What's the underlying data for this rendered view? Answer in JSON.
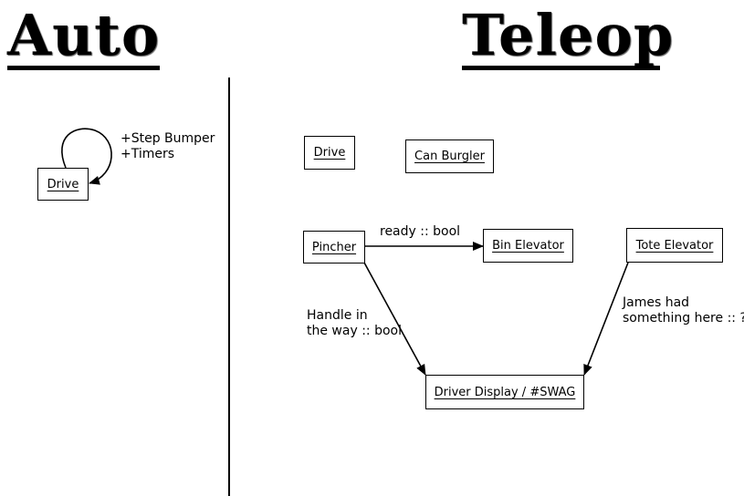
{
  "headings": {
    "auto": "Auto",
    "teleop": "Teleop"
  },
  "auto": {
    "drive_box": "Drive",
    "loop_label_line1": "+Step Bumper",
    "loop_label_line2": "+Timers"
  },
  "teleop": {
    "drive_box": "Drive",
    "can_burgler_box": "Can Burgler",
    "pincher_box": "Pincher",
    "bin_elevator_box": "Bin Elevator",
    "tote_elevator_box": "Tote Elevator",
    "driver_display_box": "Driver Display / #SWAG",
    "edges": {
      "pincher_to_bin": "ready :: bool",
      "pincher_to_display_line1": "Handle in",
      "pincher_to_display_line2": "the way :: bool",
      "tote_to_display_line1": "James had",
      "tote_to_display_line2": "something here :: ?"
    }
  }
}
